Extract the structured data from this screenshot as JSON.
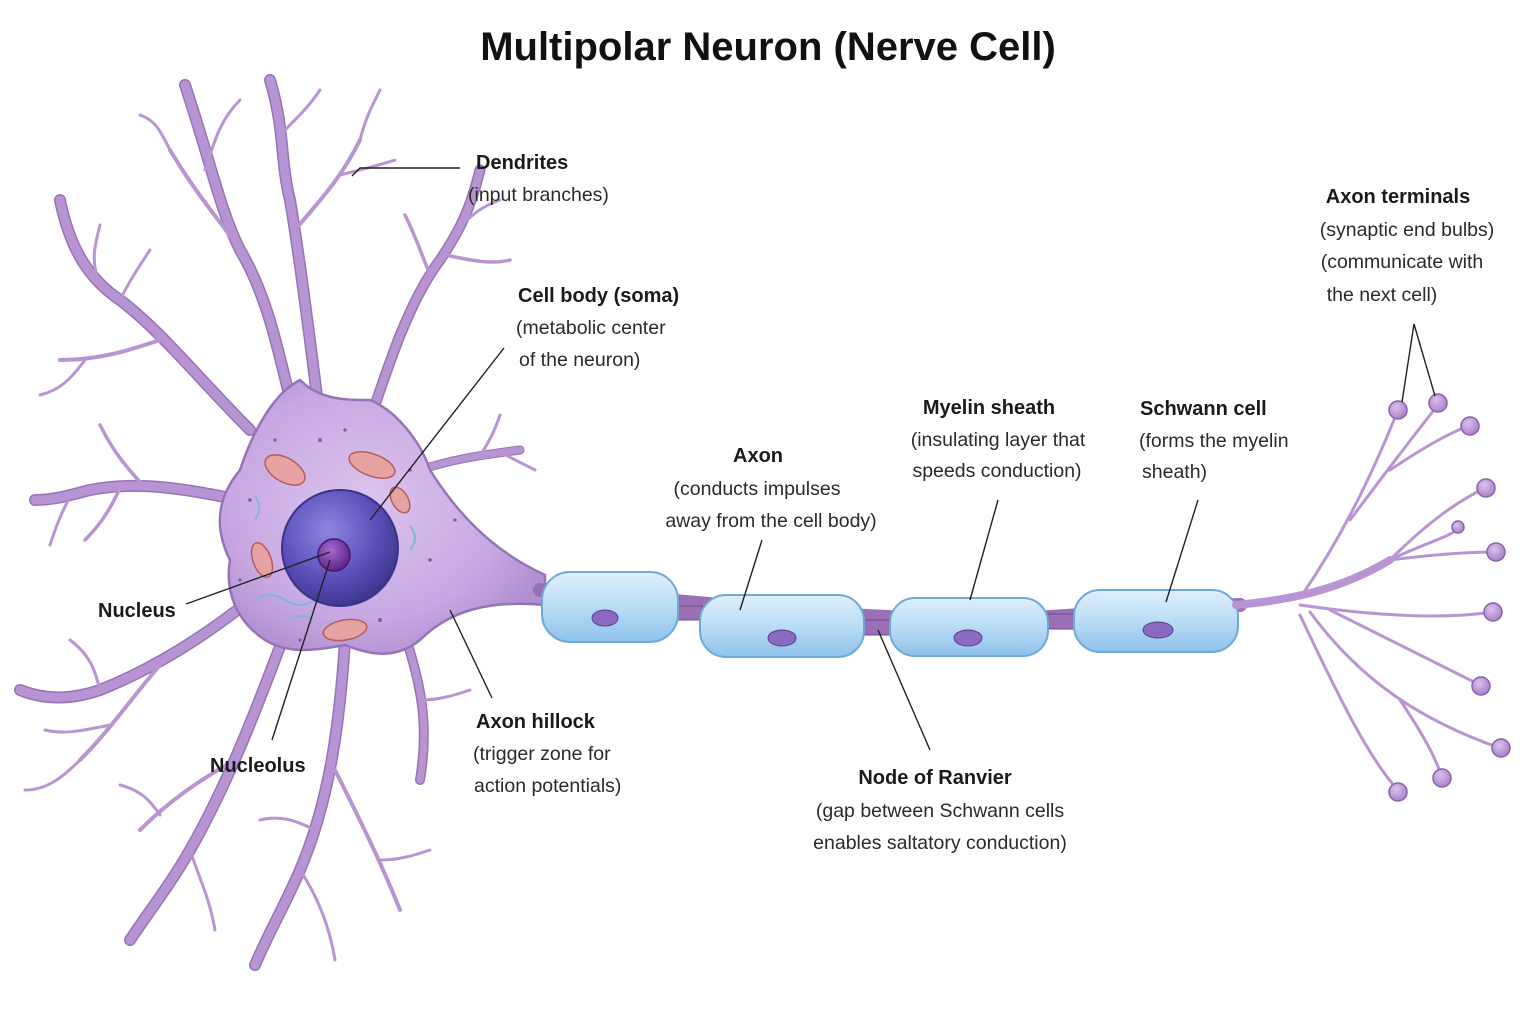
{
  "title": "Multipolar Neuron (Nerve Cell)",
  "colors": {
    "cytoplasm": "#c8a8e2",
    "cytoplasm_edge": "#9673b8",
    "nucleus": "#5a4fb8",
    "nucleolus": "#6b2a8f",
    "myelin": "#b9dcf5",
    "myelin_edge": "#6fa9d6",
    "node": "#9a6fb4",
    "terminal_bulb": "#b98fd0",
    "mitochondria": "#d97a7a",
    "leader_line": "#222222"
  },
  "labels": {
    "dendrites": {
      "name": "Dendrites",
      "desc": [
        "(input branches)"
      ]
    },
    "cell_body": {
      "name": "Cell body (soma)",
      "desc": [
        "(metabolic center",
        "of the neuron)"
      ]
    },
    "nucleus": {
      "name": "Nucleus"
    },
    "nucleolus": {
      "name": "Nucleolus"
    },
    "axon_hillock": {
      "name": "Axon hillock",
      "desc": [
        "(trigger zone for",
        "action potentials)"
      ]
    },
    "axon": {
      "name": "Axon",
      "desc": [
        "(conducts impulses",
        "away from the cell body)"
      ]
    },
    "myelin_sheath": {
      "name": "Myelin sheath",
      "desc": [
        "(insulating layer that",
        "speeds conduction)"
      ]
    },
    "schwann_cell": {
      "name": "Schwann cell",
      "desc": [
        "(forms the myelin",
        "sheath)"
      ]
    },
    "node_of_ranvier": {
      "name": "Node of Ranvier",
      "desc": [
        "(gap between Schwann cells",
        "enables saltatory conduction)"
      ]
    },
    "axon_terminals": {
      "name": "Axon terminals",
      "desc": [
        "(synaptic end bulbs)",
        "(communicate with",
        "the next cell)"
      ]
    }
  }
}
